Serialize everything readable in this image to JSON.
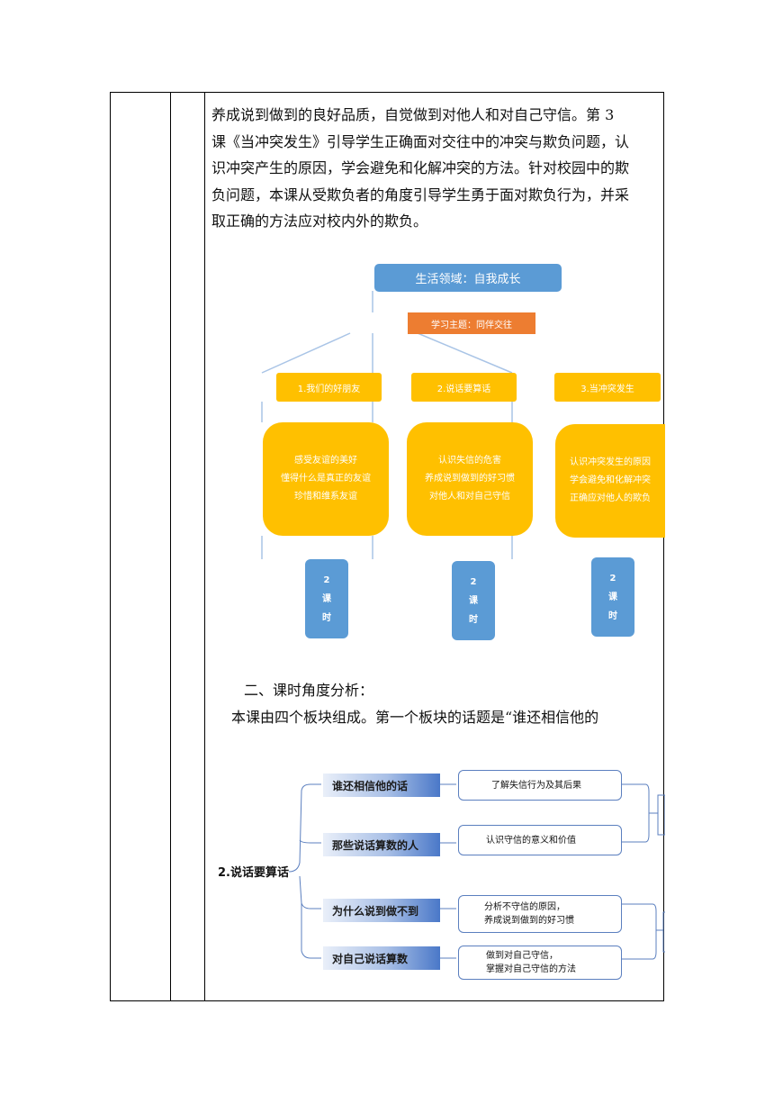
{
  "document": {
    "paragraph_lines": [
      "养成说到做到的良好品质，自觉做到对他人和对自己守信。第 3",
      "课《当冲突发生》引导学生正确面对交往中的冲突与欺负问题，认",
      "识冲突产生的原因，学会避免和化解冲突的方法。针对校园中的欺",
      "负问题，本课从受欺负者的角度引导学生勇于面对欺负行为，并采",
      "取正确的方法应对校内外的欺负。"
    ],
    "section_heading": "二、课时角度分析：",
    "section_intro": "本课由四个板块组成。第一个板块的话题是“谁还相信他的"
  },
  "diagram1": {
    "root": "生活领域：自我成长",
    "theme": "学习主题：同伴交往",
    "lessons": [
      {
        "title": "1.我们的好朋友",
        "goals": [
          "感受友谊的美好",
          "懂得什么是真正的友谊",
          "珍惜和维系友谊"
        ],
        "hours": [
          "2",
          "课",
          "时"
        ]
      },
      {
        "title": "2.说话要算话",
        "goals": [
          "认识失信的危害",
          "养成说到做到的好习惯",
          "对他人和对自己守信"
        ],
        "hours": [
          "2",
          "课",
          "时"
        ]
      },
      {
        "title": "3.当冲突发生",
        "goals": [
          "认识冲突发生的原因",
          "学会避免和化解冲突",
          "正确应对他人的欺负"
        ],
        "hours": [
          "2",
          "课",
          "时"
        ]
      }
    ]
  },
  "diagram2": {
    "center": "2.说话要算话",
    "topics": [
      {
        "title": "谁还相信他的话",
        "detail": [
          "了解失信行为及其后果"
        ]
      },
      {
        "title": "那些说话算数的人",
        "detail": [
          "认识守信的意义和价值"
        ]
      },
      {
        "title": "为什么说到做不到",
        "detail": [
          "分析不守信的原因，",
          "养成说到做到的好习惯"
        ]
      },
      {
        "title": "对自己说话算数",
        "detail": [
          "做到对自己守信，",
          "掌握对自己守信的方法"
        ]
      }
    ]
  },
  "colors": {
    "blue": "#5b9bd5",
    "orange": "#ed7d31",
    "yellow": "#ffc000",
    "connector": "#a9c4e6"
  }
}
